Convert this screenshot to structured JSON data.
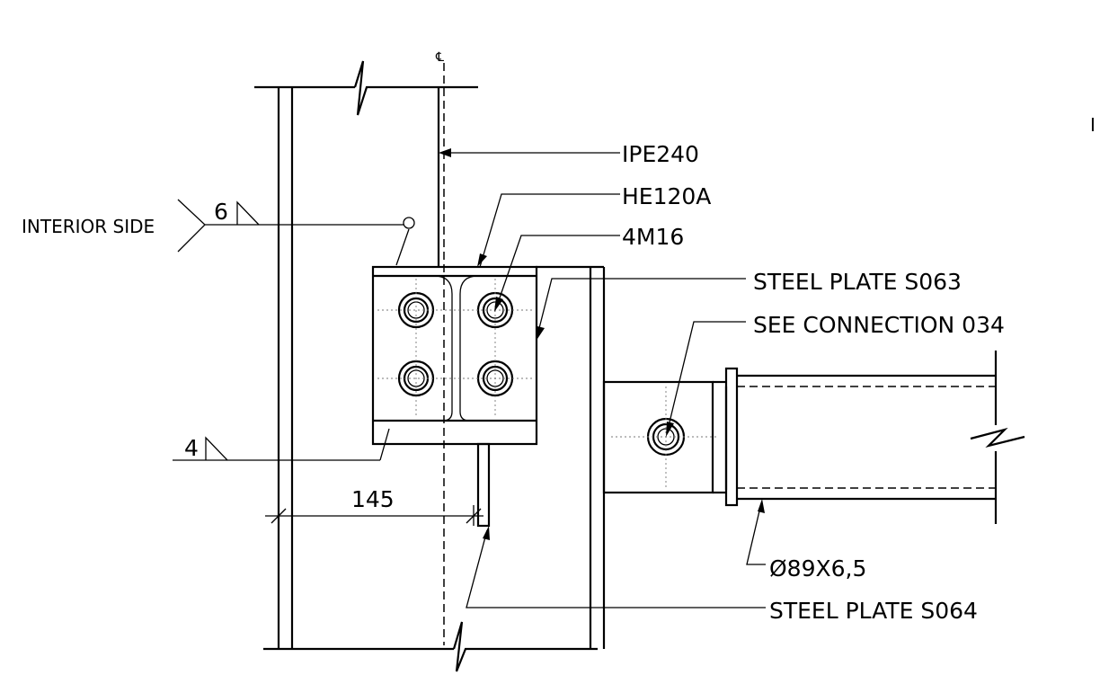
{
  "labels": {
    "centerline": "℄",
    "ipe": "IPE240",
    "he": "HE120A",
    "bolts": "4M16",
    "plate_s063": "STEEL PLATE S063",
    "see_connection": "SEE CONNECTION 034",
    "interior_side": "INTERIOR SIDE",
    "weld_top": "6",
    "weld_bottom": "4",
    "dimension": "145",
    "tube": "Ø89X6,5",
    "plate_s064": "STEEL PLATE S064",
    "edge_mark": "I"
  }
}
